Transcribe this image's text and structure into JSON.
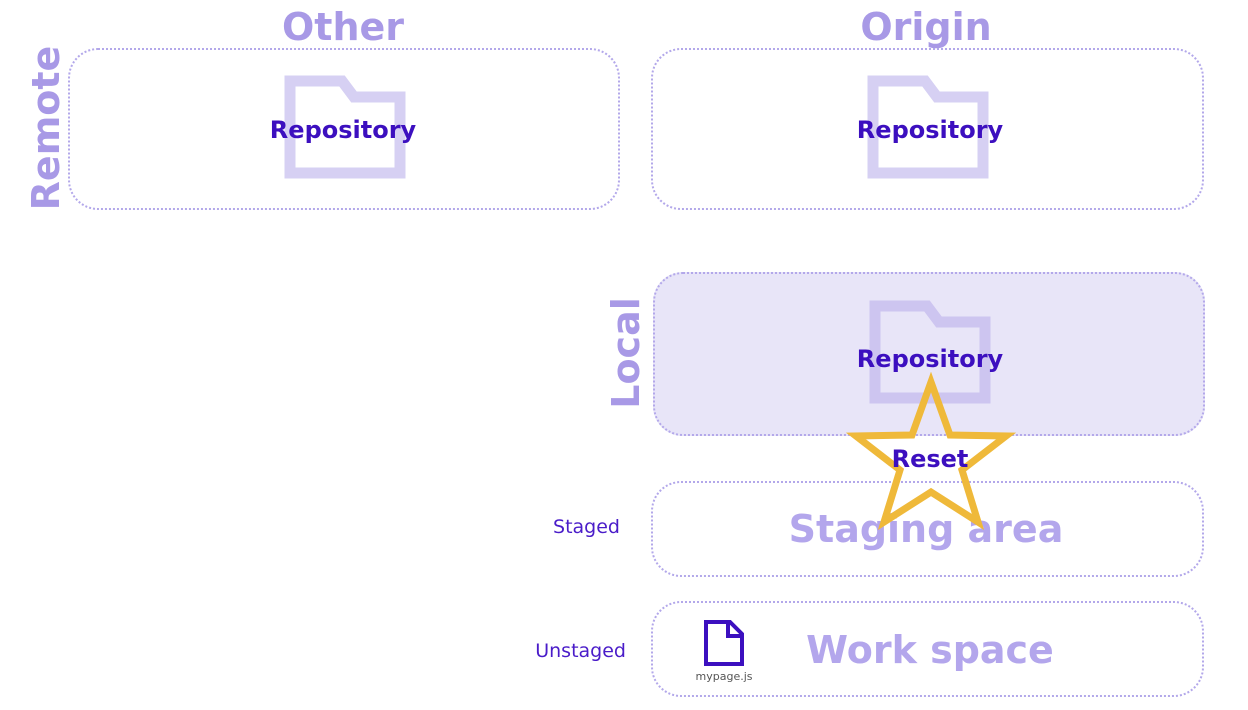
{
  "titles": {
    "other": "Other",
    "origin": "Origin"
  },
  "side_labels": {
    "remote": "Remote",
    "local": "Local"
  },
  "repositories": {
    "other": "Repository",
    "origin": "Repository",
    "local": "Repository"
  },
  "areas": {
    "staging": "Staging area",
    "workspace": "Work space"
  },
  "state_labels": {
    "staged": "Staged",
    "unstaged": "Unstaged"
  },
  "highlight": {
    "label": "Reset",
    "icon": "star-icon"
  },
  "file": {
    "name": "mypage.js",
    "icon": "file-icon"
  },
  "colors": {
    "accent": "#3c0fbf",
    "faded": "#a899e6",
    "border": "#b3a8ea",
    "local_fill": "#e8e5f8",
    "star": "#efb93a"
  }
}
